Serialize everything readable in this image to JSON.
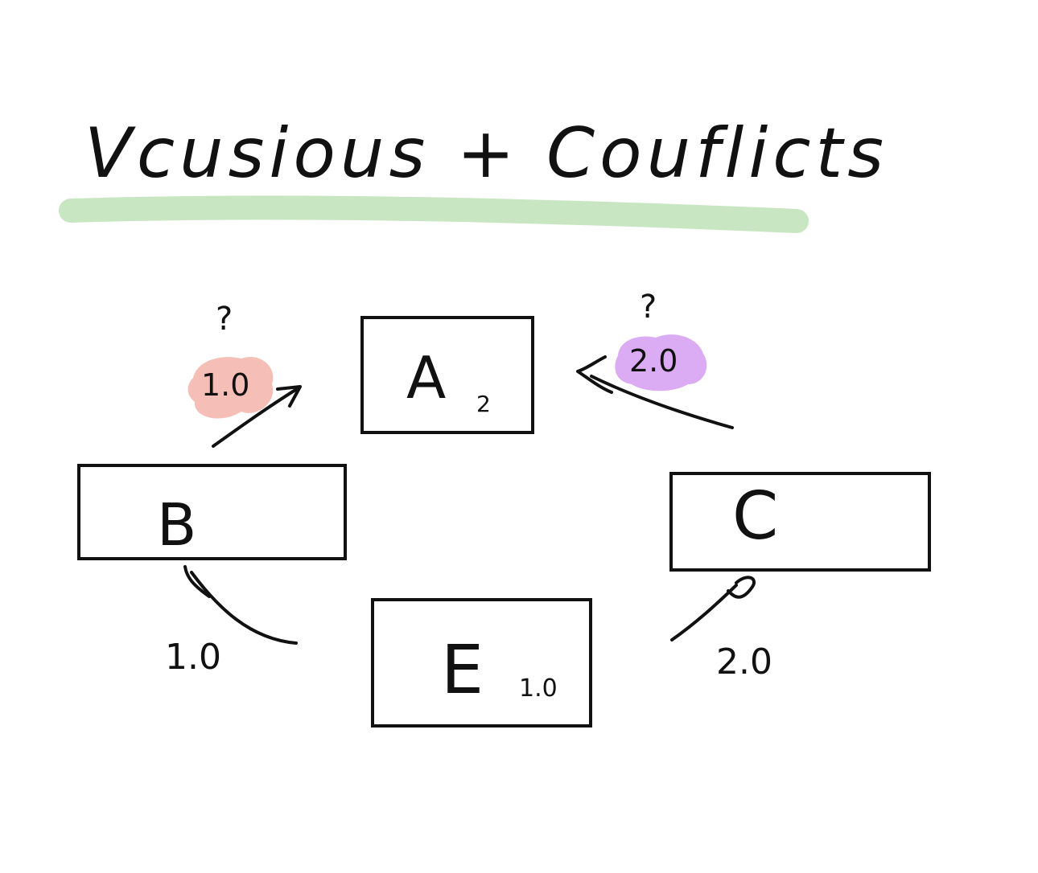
{
  "title": "Vcusious + Couflicts",
  "title_underline_color": "#c8e6c2",
  "nodes": {
    "a": {
      "label": "A",
      "subscript": "2"
    },
    "b": {
      "label": "B"
    },
    "c": {
      "label": "C"
    },
    "e": {
      "label": "E",
      "subscript": "1.0"
    }
  },
  "edges": {
    "b_to_a": {
      "label": "1.0",
      "question": "?",
      "highlight": "#f2a9a0"
    },
    "c_to_a": {
      "label": "2.0",
      "question": "?",
      "highlight": "#cf8ff0"
    },
    "e_to_b": {
      "label": "1.0"
    },
    "e_to_c": {
      "label": "2.0"
    }
  }
}
